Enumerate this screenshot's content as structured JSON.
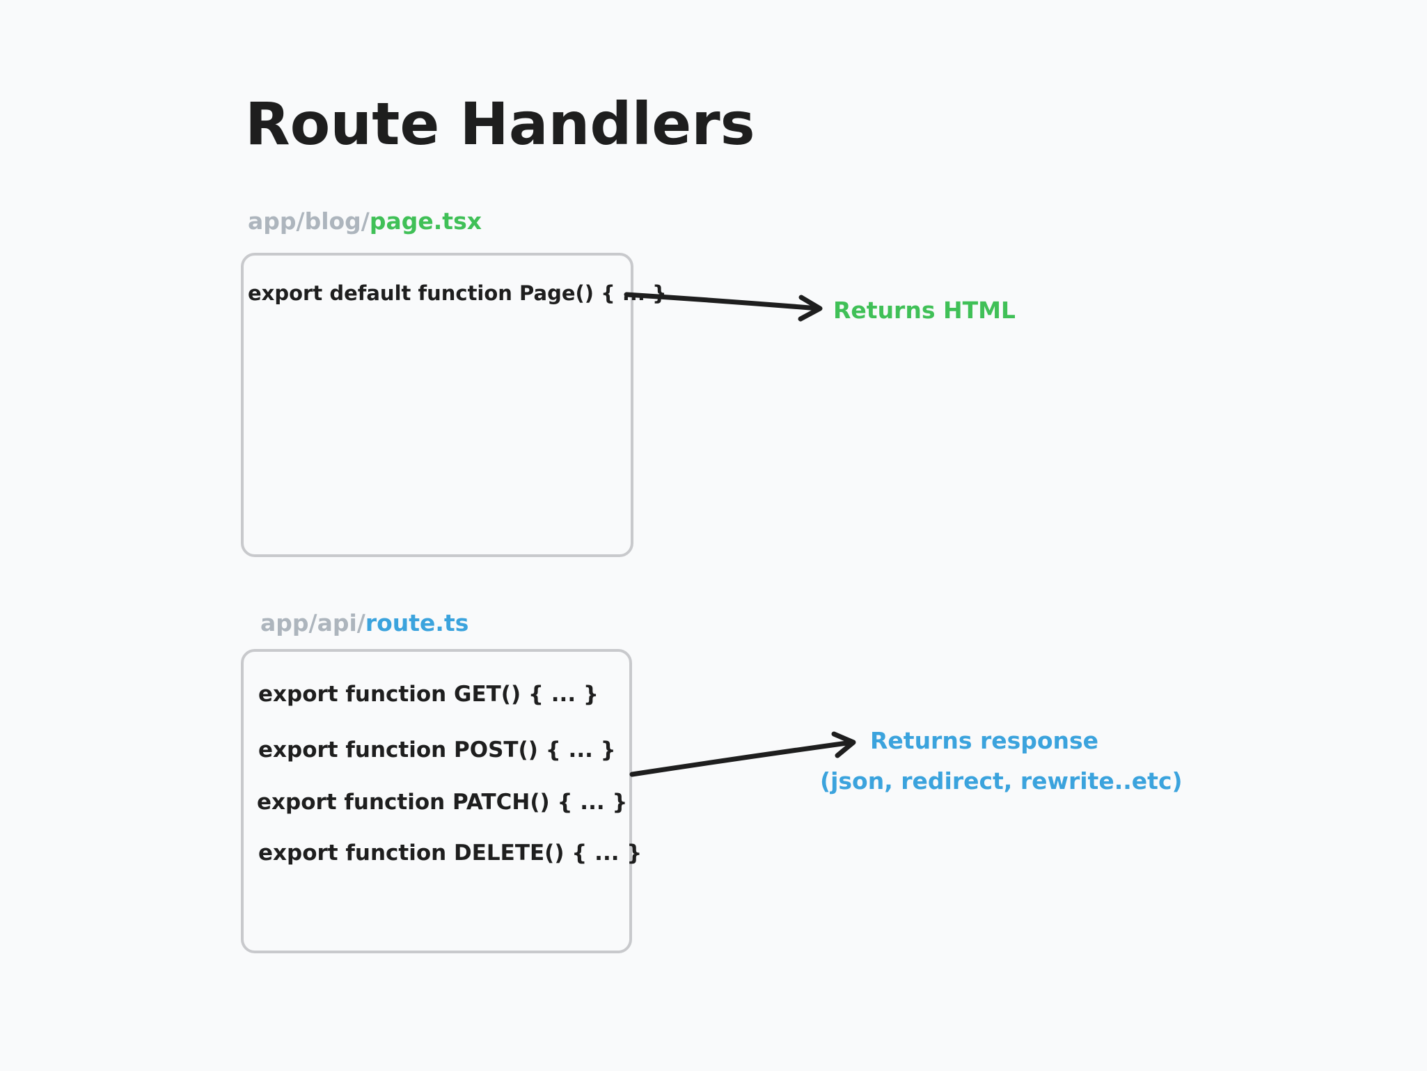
{
  "title": "Route Handlers",
  "colors": {
    "text": "#1e1e1e",
    "muted": "#adb5bd",
    "green": "#40c057",
    "blue": "#3ba3dd",
    "box_border": "#c8c9cc",
    "background": "#f9fafb"
  },
  "page_section": {
    "path_dir": "app/blog/",
    "path_file": "page.tsx",
    "code_lines": [
      "export default function Page() { ... }"
    ],
    "note": "Returns HTML"
  },
  "route_section": {
    "path_dir": "app/api/",
    "path_file": "route.ts",
    "code_lines": [
      "export function GET() { ... }",
      "export function POST() { ... }",
      "export function PATCH() { ... }",
      "export function DELETE() { ... }"
    ],
    "note_line1": "Returns response",
    "note_line2": "(json, redirect, rewrite..etc)"
  }
}
